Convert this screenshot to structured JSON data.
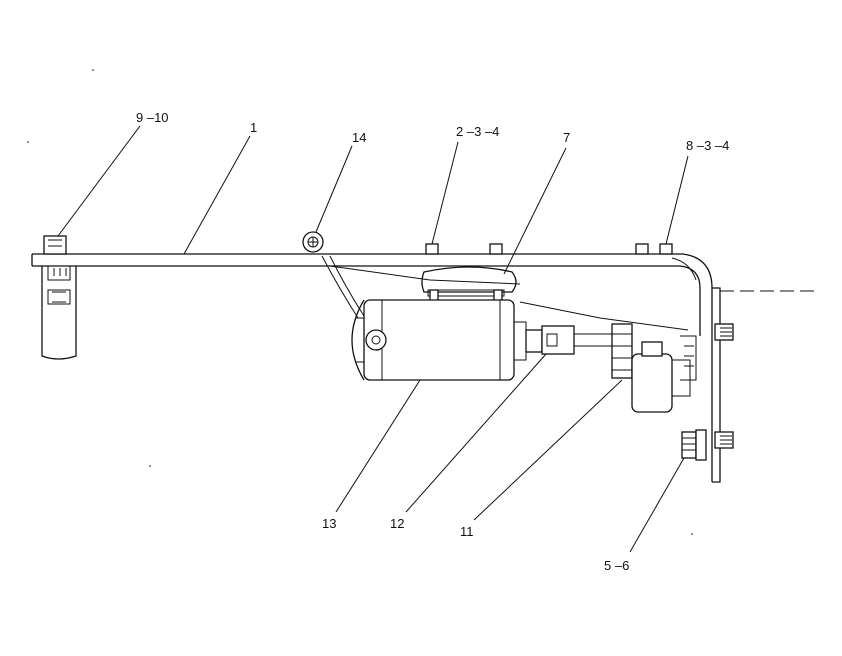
{
  "callouts": [
    {
      "id": "c1",
      "text": "1"
    },
    {
      "id": "c2",
      "text": "2 –3 –4"
    },
    {
      "id": "c3",
      "text": "7"
    },
    {
      "id": "c4",
      "text": "8 –3 –4"
    },
    {
      "id": "c5",
      "text": "9 –10"
    },
    {
      "id": "c6",
      "text": "14"
    },
    {
      "id": "c7",
      "text": "13"
    },
    {
      "id": "c8",
      "text": "12"
    },
    {
      "id": "c9",
      "text": "11"
    },
    {
      "id": "c10",
      "text": "5 –6"
    }
  ],
  "colors": {
    "ink": "#111111",
    "paper": "#ffffff"
  }
}
